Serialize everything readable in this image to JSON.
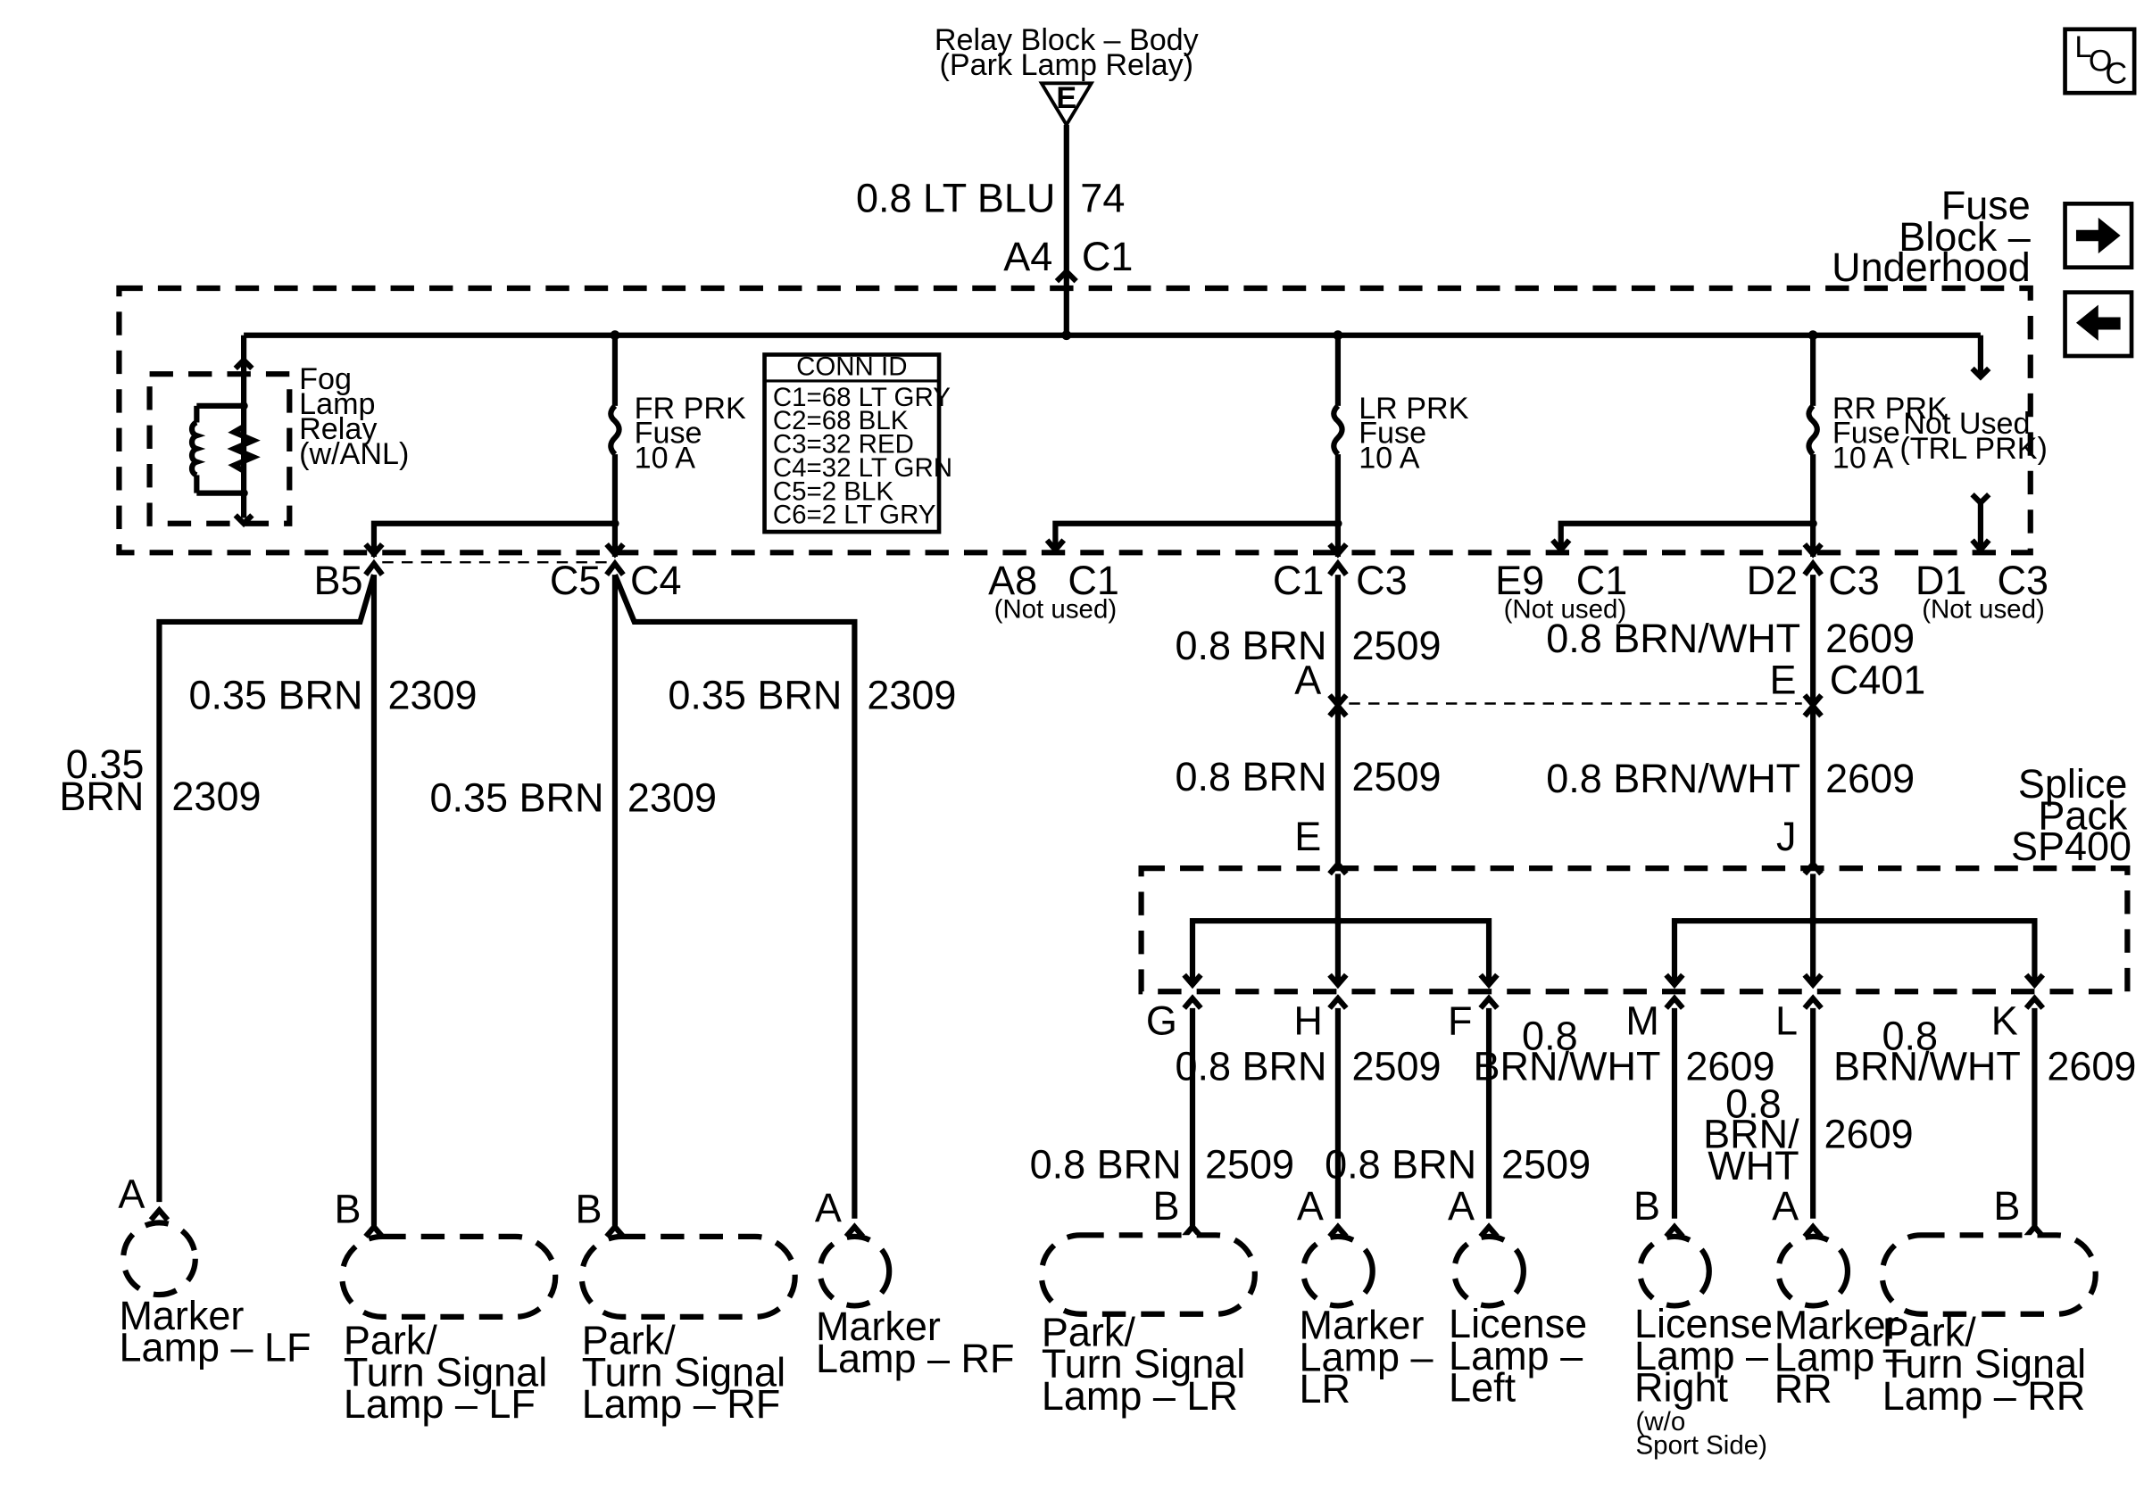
{
  "relay_block": {
    "line1": "Relay Block – Body",
    "line2": "(Park Lamp Relay)",
    "terminal": "E"
  },
  "nav": {
    "loc_l": "L",
    "loc_o": "O",
    "loc_c": "C",
    "forward_glyph": "➔",
    "back_glyph": "⬅"
  },
  "fuse_block": {
    "title": [
      "Fuse",
      "Block –",
      "Underhood"
    ],
    "feed": {
      "wire": "0.8 LT BLU",
      "circuit": "74",
      "pin": "A4",
      "conn": "C1"
    },
    "conn_id": {
      "title": "CONN ID",
      "rows": [
        "C1=68 LT GRY",
        "C2=68 BLK",
        "C3=32 RED",
        "C4=32 LT GRN",
        "C5=2 BLK",
        "C6=2 LT GRY"
      ]
    },
    "fog_relay": [
      "Fog",
      "Lamp",
      "Relay",
      "(w/ANL)"
    ],
    "fuses": [
      {
        "name": "FR PRK",
        "type": "Fuse",
        "rating": "10 A"
      },
      {
        "name": "LR PRK",
        "type": "Fuse",
        "rating": "10 A"
      },
      {
        "name": "RR PRK",
        "type": "Fuse",
        "rating": "10 A"
      }
    ],
    "not_used": [
      "Not Used",
      "(TRL PRK)"
    ],
    "outputs": {
      "b5": "B5",
      "c5": "C5",
      "c4": "C4",
      "a8": "A8",
      "a8_conn": "C1",
      "a8_note": "(Not used)",
      "lr_pin": "C1",
      "lr_conn": "C3",
      "e9": "E9",
      "e9_conn": "C1",
      "e9_note": "(Not used)",
      "rr_pin": "D2",
      "rr_conn": "C3",
      "d1": "D1",
      "d1_conn": "C3",
      "d1_note": "(Not used)"
    }
  },
  "front_wires": {
    "lf_marker": {
      "size": "0.35",
      "color": "BRN",
      "circuit": "2309"
    },
    "lf_park": {
      "wire": "0.35 BRN",
      "circuit": "2309"
    },
    "rf_park": {
      "wire": "0.35 BRN",
      "circuit": "2309"
    },
    "rf_marker": {
      "wire": "0.35 BRN",
      "circuit": "2309"
    }
  },
  "rear_wires": {
    "lr_upper": {
      "wire": "0.8 BRN",
      "circuit": "2509"
    },
    "rr_upper": {
      "wire": "0.8 BRN/WHT",
      "circuit": "2609"
    },
    "c401": {
      "left_pin": "A",
      "right_pin": "E",
      "name": "C401"
    },
    "lr_lower": {
      "wire": "0.8 BRN",
      "circuit": "2509"
    },
    "rr_lower": {
      "wire": "0.8 BRN/WHT",
      "circuit": "2609"
    }
  },
  "splice_pack": {
    "title": [
      "Splice",
      "Pack",
      "SP400"
    ],
    "in_left": "E",
    "in_right": "J",
    "outs": [
      "G",
      "H",
      "F",
      "M",
      "L",
      "K"
    ]
  },
  "lower_wires": {
    "h": {
      "wire": "0.8 BRN",
      "circuit": "2509"
    },
    "g": {
      "wire": "0.8 BRN",
      "circuit": "2509"
    },
    "f": {
      "wire": "0.8 BRN",
      "circuit": "2509"
    },
    "m": {
      "size": "0.8",
      "color": "BRN/WHT",
      "circuit": "2609"
    },
    "l": {
      "l1": "0.8",
      "l2": "BRN/",
      "l3": "WHT",
      "circuit": "2609"
    },
    "k": {
      "size": "0.8",
      "color": "BRN/WHT",
      "circuit": "2609"
    }
  },
  "lamps": [
    {
      "pin": "A",
      "lines": [
        "Marker",
        "Lamp – LF"
      ]
    },
    {
      "pin": "B",
      "lines": [
        "Park/",
        "Turn Signal",
        "Lamp – LF"
      ]
    },
    {
      "pin": "B",
      "lines": [
        "Park/",
        "Turn Signal",
        "Lamp – RF"
      ]
    },
    {
      "pin": "A",
      "lines": [
        "Marker",
        "Lamp – RF"
      ]
    },
    {
      "pin": "B",
      "lines": [
        "Park/",
        "Turn Signal",
        "Lamp – LR"
      ]
    },
    {
      "pin": "A",
      "lines": [
        "Marker",
        "Lamp –",
        "LR"
      ]
    },
    {
      "pin": "A",
      "lines": [
        "License",
        "Lamp –",
        "Left"
      ]
    },
    {
      "pin": "B",
      "lines": [
        "License",
        "Lamp –",
        "Right"
      ],
      "note": [
        "(w/o",
        "Sport Side)"
      ]
    },
    {
      "pin": "A",
      "lines": [
        "Marker",
        "Lamp –",
        "RR"
      ]
    },
    {
      "pin": "B",
      "lines": [
        "Park/",
        "Turn Signal",
        "Lamp – RR"
      ]
    }
  ]
}
